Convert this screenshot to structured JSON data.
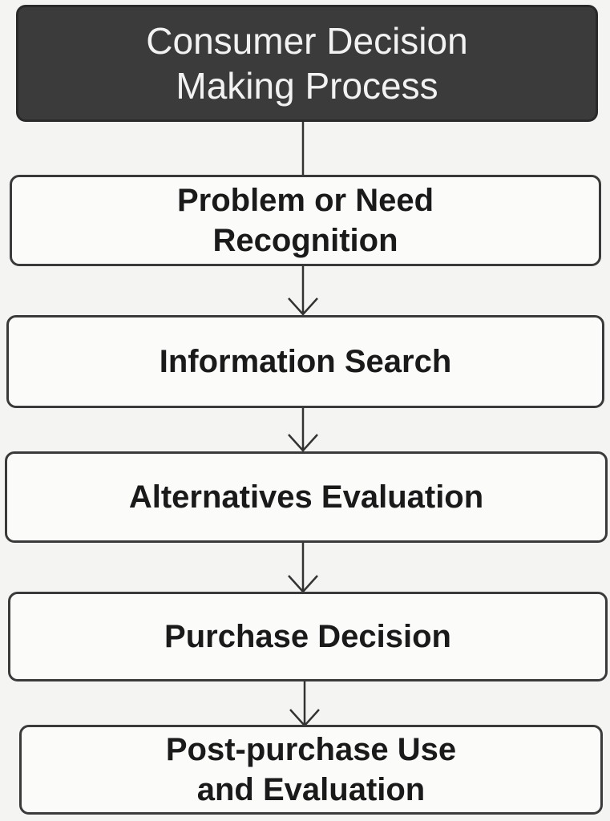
{
  "title": {
    "line1": "Consumer Decision",
    "line2": "Making Process"
  },
  "steps": [
    {
      "line1": "Problem or Need",
      "line2": "Recognition"
    },
    {
      "line1": "Information Search"
    },
    {
      "line1": "Alternatives Evaluation"
    },
    {
      "line1": "Purchase Decision"
    },
    {
      "line1": "Post-purchase Use",
      "line2": "and Evaluation"
    }
  ]
}
